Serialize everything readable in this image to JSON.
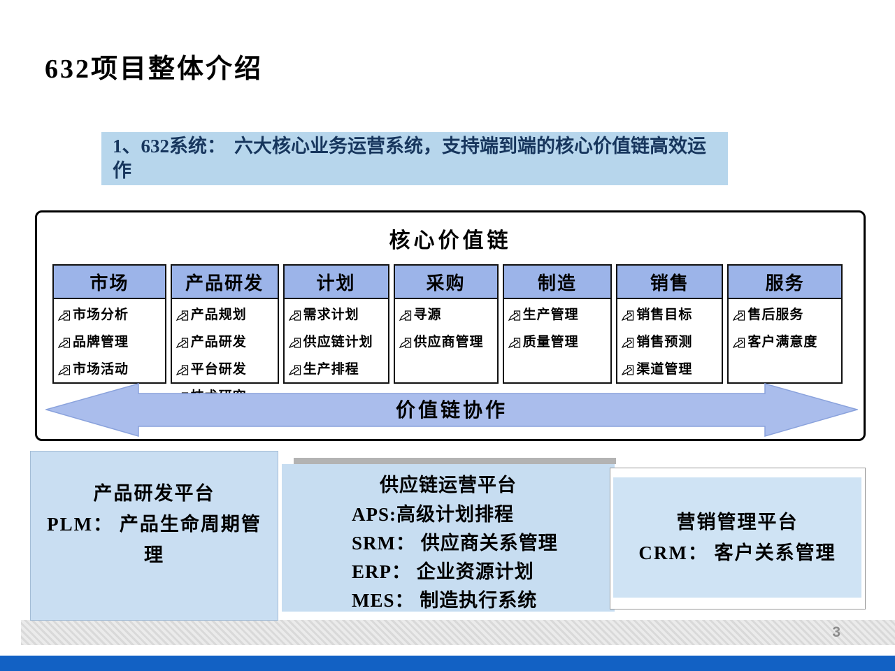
{
  "page": {
    "title": "632项目整体介绍",
    "page_number": "3"
  },
  "banner": {
    "prefix": "1、632系统：",
    "text": "六大核心业务运营系统，支持端到端的核心价值链高效运作"
  },
  "value_chain": {
    "title": "核心价值链",
    "arrow_label": "价值链协作",
    "item_icon": "writing-hand-icon",
    "columns": [
      {
        "title": "市场",
        "items": [
          "市场分析",
          "品牌管理",
          "市场活动"
        ]
      },
      {
        "title": "产品研发",
        "items": [
          "产品规划",
          "产品研发",
          "平台研发",
          "技术研究"
        ]
      },
      {
        "title": "计划",
        "items": [
          "需求计划",
          "供应链计划",
          "生产排程"
        ]
      },
      {
        "title": "采购",
        "items": [
          "寻源",
          "供应商管理"
        ]
      },
      {
        "title": "制造",
        "items": [
          "生产管理",
          "质量管理"
        ]
      },
      {
        "title": "销售",
        "items": [
          "销售目标",
          "销售预测",
          "渠道管理"
        ]
      },
      {
        "title": "服务",
        "items": [
          "售后服务",
          "客户满意度"
        ]
      }
    ]
  },
  "platforms": {
    "plm": {
      "title": "产品研发平台",
      "subtitle": "PLM： 产品生命周期管理"
    },
    "scm": {
      "title": "供应链运营平台",
      "items": [
        "APS:高级计划排程",
        "SRM： 供应商关系管理",
        "ERP： 企业资源计划",
        "MES： 制造执行系统"
      ]
    },
    "crm": {
      "title": "营销管理平台",
      "subtitle": "CRM： 客户关系管理"
    }
  },
  "colors": {
    "banner_bg": "#b7d6ec",
    "banner_text": "#17365d",
    "column_header_bg": "#9cb4e9",
    "arrow_fill": "#aabdec",
    "arrow_stroke": "#8aa2dc",
    "platform_bg": "#c9def2",
    "shadow_gray": "#b3b3b3",
    "bottom_bar_blue": "#1261c4",
    "footer_bar_gray": "#d9d9d9",
    "page_number_gray": "#8c8c8c"
  }
}
